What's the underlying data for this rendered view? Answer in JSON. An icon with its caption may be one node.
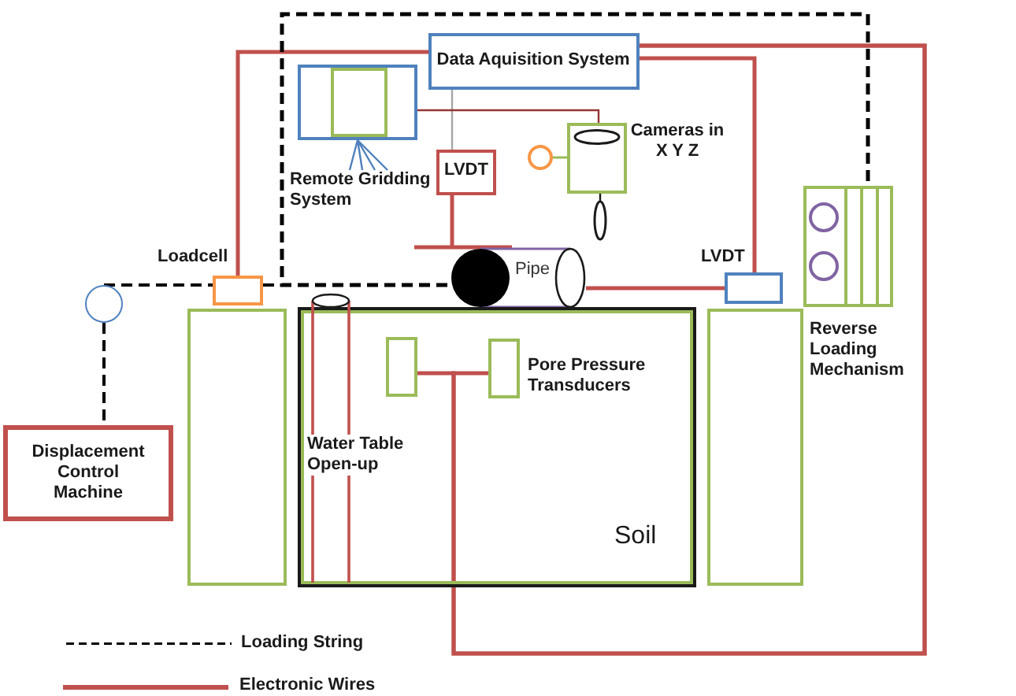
{
  "diagram": {
    "nodes": [
      {
        "text": [
          "Data Aquisition System"
        ]
      },
      {
        "text": [],
        "shape": "box"
      },
      {
        "text": [
          "Cameras in X Y Z"
        ]
      },
      {
        "text": [],
        "shape": "circle"
      },
      {
        "text": [
          "LVDT"
        ]
      },
      {
        "text": [
          "Remote Gridding System"
        ]
      },
      {
        "text": [
          "Reverse Loading Mechanism"
        ]
      },
      {
        "text": [
          "Pipe"
        ]
      },
      {
        "text": [
          "Loadcell"
        ]
      },
      {
        "text": [
          "LVDT"
        ]
      },
      {
        "text": [],
        "shape": "circle"
      },
      {
        "text": [],
        "shape": "box"
      },
      {
        "text": [
          "Soil"
        ]
      },
      {
        "text": [
          "Water Table Open-up"
        ],
        "in": 12
      },
      {
        "text": [],
        "shape": "box",
        "in": 12
      },
      {
        "text": [
          "Pore Pressure Transducers"
        ],
        "in": 12
      },
      {
        "text": [],
        "shape": "box"
      },
      {
        "text": [
          "Displacement Control Machine"
        ]
      }
    ],
    "edges": [
      {
        "from": 8,
        "to": 0,
        "arrow": "none"
      },
      {
        "from": 0,
        "to": 14,
        "arrow": "none"
      },
      {
        "from": 0,
        "to": 15,
        "arrow": "none"
      },
      {
        "from": 0,
        "to": 9,
        "arrow": "none"
      },
      {
        "from": 0,
        "to": 4,
        "arrow": "none",
        "color": "#a6a6a6"
      },
      {
        "from": 1,
        "to": 2,
        "arrow": "none",
        "color": "#943634"
      },
      {
        "from": 5,
        "to": 1,
        "arrow": "none",
        "color": "#4f81bd"
      },
      {
        "from": 3,
        "to": 2,
        "arrow": "none",
        "color": "#9bbb59"
      },
      {
        "from": 4,
        "to": 7,
        "arrow": "none"
      },
      {
        "from": 7,
        "to": 9,
        "arrow": "none"
      },
      {
        "from": 10,
        "to": 8,
        "arrow": "none",
        "style": "dashed",
        "color": "#000000"
      },
      {
        "from": 10,
        "to": 17,
        "arrow": "none",
        "style": "dashed",
        "color": "#000000"
      },
      {
        "from": 8,
        "to": 7,
        "arrow": "none",
        "style": "dashed",
        "color": "#000000"
      },
      {
        "from": 7,
        "to": 6,
        "arrow": "none",
        "style": "dashed",
        "color": "#000000"
      }
    ],
    "legend": [
      {
        "text": "Loading String"
      },
      {
        "text": "Electronic Wires"
      }
    ]
  }
}
